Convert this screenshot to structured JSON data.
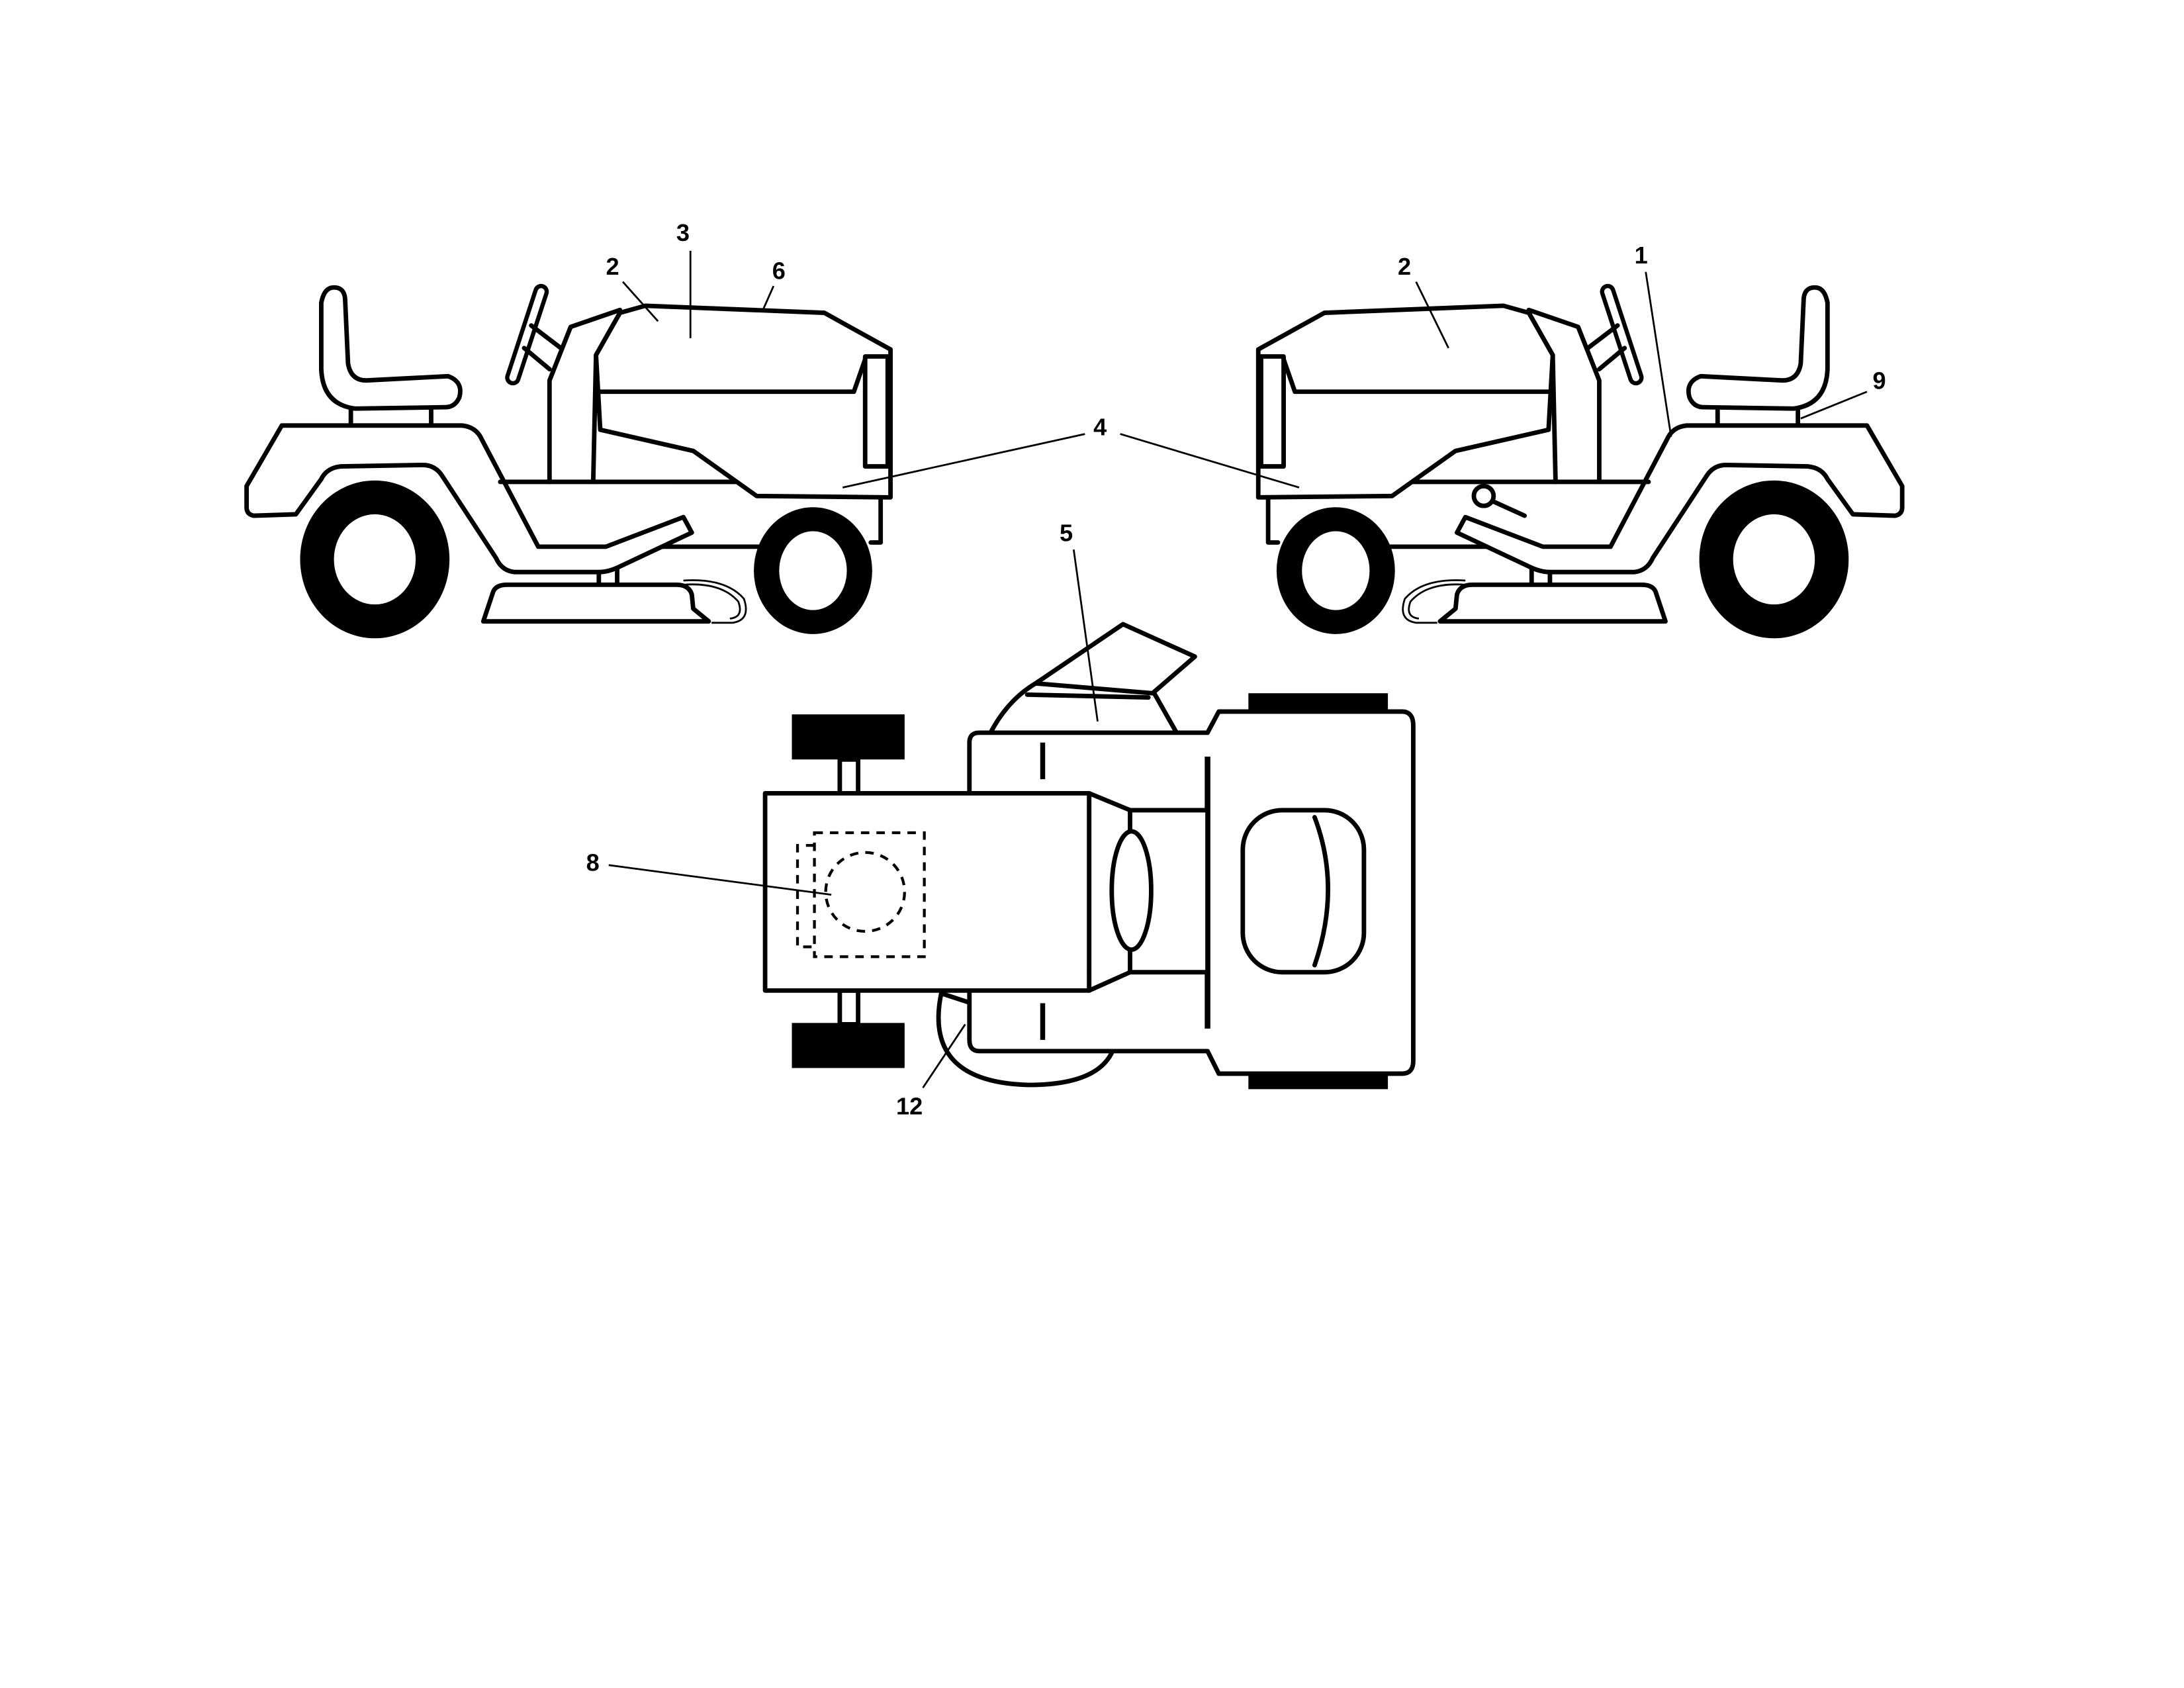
{
  "diagram": {
    "callouts": {
      "left_2": "2",
      "left_3": "3",
      "left_6": "6",
      "shared_4": "4",
      "right_2": "2",
      "right_1": "1",
      "right_9": "9",
      "top_5": "5",
      "top_8": "8",
      "top_12": "12"
    },
    "colors": {
      "line": "#000000",
      "background": "#ffffff"
    }
  }
}
